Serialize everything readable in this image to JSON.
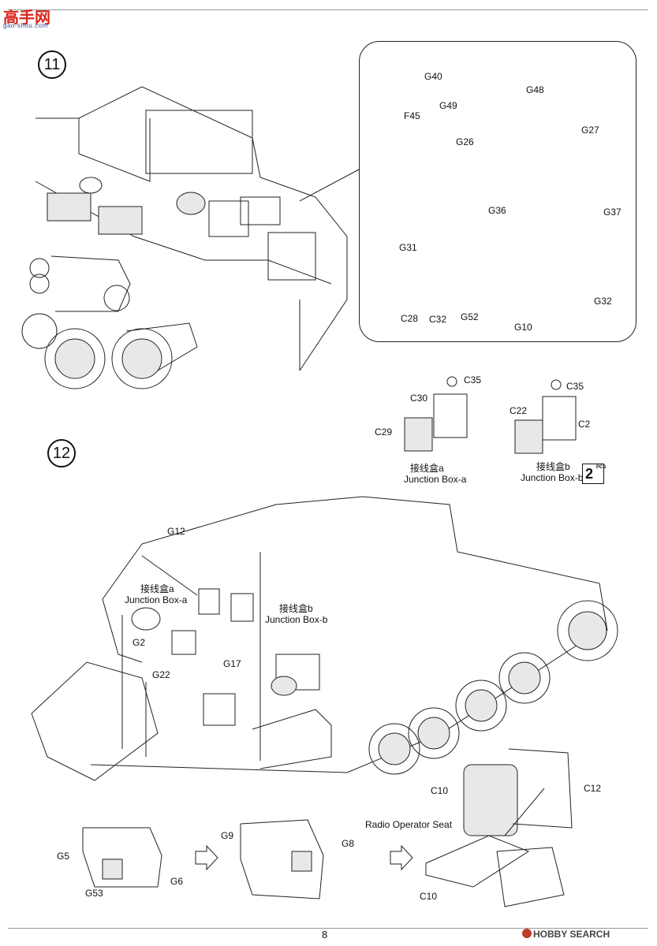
{
  "site_logo": {
    "main": "高手网",
    "sub": "gao-shou.com"
  },
  "steps": {
    "step11": "11",
    "step12": "12"
  },
  "inset_labels": {
    "g40": "G40",
    "g48": "G48",
    "g49": "G49",
    "f45": "F45",
    "g26": "G26",
    "g27": "G27",
    "g36": "G36",
    "g37": "G37",
    "g31": "G31",
    "g32": "G32",
    "c28": "C28",
    "c32": "C32",
    "g52": "G52",
    "g10": "G10"
  },
  "junction_a_labels": {
    "c35": "C35",
    "c30": "C30",
    "c29": "C29",
    "title_cn": "接线盒a",
    "title_en": "Junction Box-a"
  },
  "junction_b_labels": {
    "c35": "C35",
    "c22": "C22",
    "c2": "C2",
    "title_cn": "接线盒b",
    "title_en": "Junction Box-b",
    "qty": "2",
    "qty_unit": "PCS"
  },
  "step12_labels": {
    "g12": "G12",
    "jba_cn": "接线盒a",
    "jba_en": "Junction Box-a",
    "jbb_cn": "接线盒b",
    "jbb_en": "Junction Box-b",
    "g2": "G2",
    "g17": "G17",
    "g22": "G22"
  },
  "seat_labels": {
    "g5": "G5",
    "g6": "G6",
    "g53": "G53",
    "g9": "G9",
    "g8": "G8",
    "c10_top": "C10",
    "c12": "C12",
    "c10_bottom": "C10",
    "radio_seat": "Radio Operator Seat"
  },
  "footer": {
    "page_number": "8",
    "watermark": "HOBBY SEARCH"
  }
}
